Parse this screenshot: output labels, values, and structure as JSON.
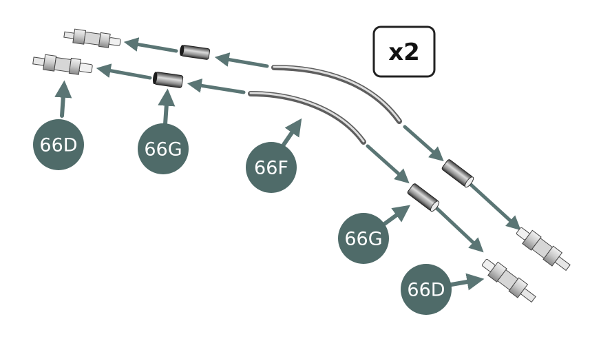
{
  "quantity": "x2",
  "callouts": [
    {
      "id": "66D-top",
      "text": "66D"
    },
    {
      "id": "66G-top",
      "text": "66G"
    },
    {
      "id": "66F",
      "text": "66F"
    },
    {
      "id": "66G-bottom",
      "text": "66G"
    },
    {
      "id": "66D-bottom",
      "text": "66D"
    }
  ],
  "colors": {
    "callout": "#4f6b69",
    "arrow": "#5a7574",
    "quantity_border": "#222222"
  }
}
